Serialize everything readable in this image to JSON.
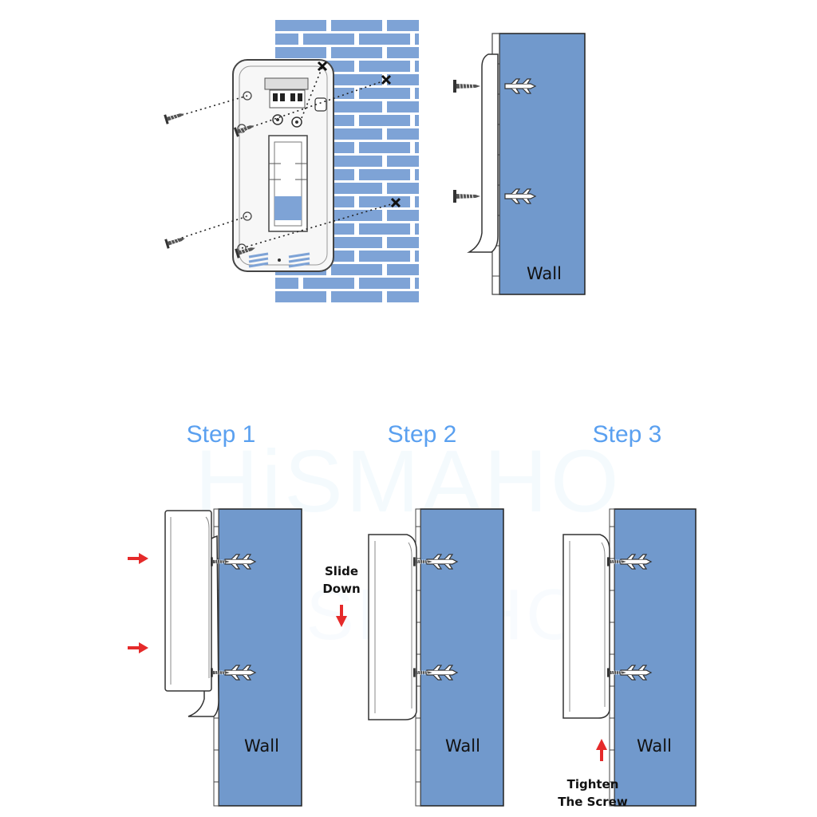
{
  "watermark": {
    "text": "HiSMAHO"
  },
  "colors": {
    "wall": "#7199cc",
    "step_title": "#5aa0f0",
    "arrow": "#e52a2a",
    "brick": "#7ea3d6"
  },
  "top_side_view": {
    "wall_label": "Wall"
  },
  "steps": [
    {
      "title": "Step 1",
      "wall_label": "Wall",
      "instruction_lines": []
    },
    {
      "title": "Step 2",
      "wall_label": "Wall",
      "instruction_lines": [
        "Slide",
        "Down"
      ]
    },
    {
      "title": "Step 3",
      "wall_label": "Wall",
      "instruction_lines": [
        "Tighten",
        "The Screw"
      ]
    }
  ],
  "icons": [
    "screw-icon",
    "wall-anchor-icon",
    "arrow-right-icon",
    "arrow-down-icon",
    "arrow-up-icon",
    "x-mark-icon"
  ]
}
